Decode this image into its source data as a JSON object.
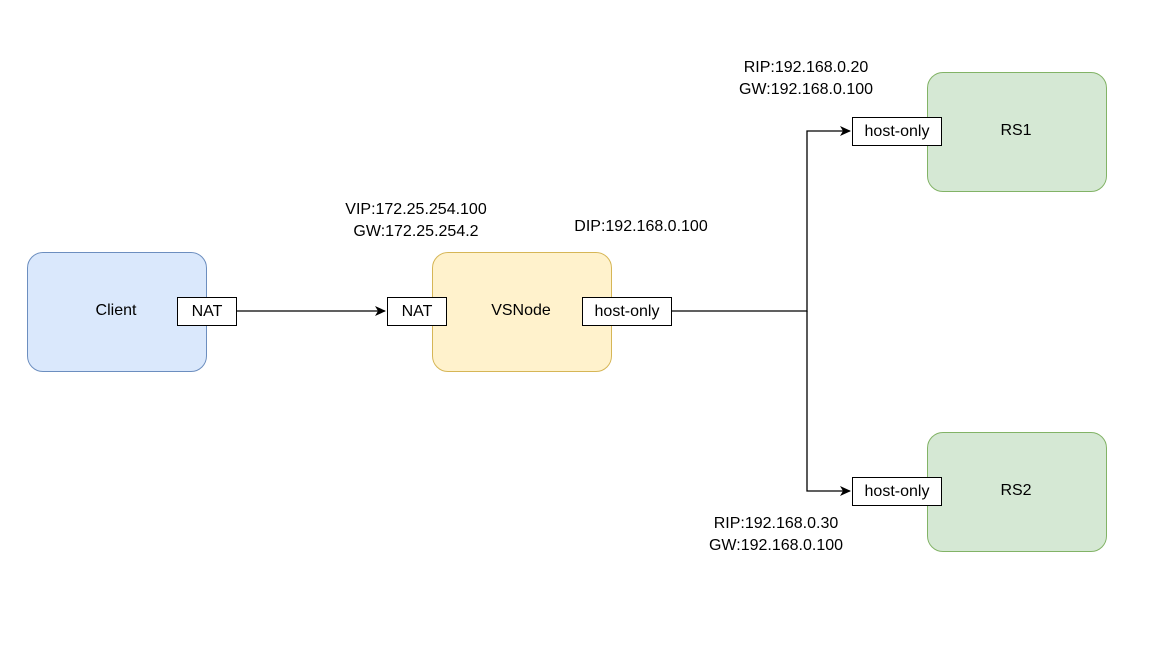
{
  "nodes": {
    "client": {
      "label": "Client",
      "fill": "#dae8fc",
      "stroke": "#6c8ebf",
      "port": "NAT"
    },
    "vsnode": {
      "label": "VSNode",
      "fill": "#fff2cc",
      "stroke": "#d6b656",
      "port_in": "NAT",
      "port_out": "host-only"
    },
    "rs1": {
      "label": "RS1",
      "fill": "#d5e8d4",
      "stroke": "#82b366",
      "port": "host-only"
    },
    "rs2": {
      "label": "RS2",
      "fill": "#d5e8d4",
      "stroke": "#82b366",
      "port": "host-only"
    }
  },
  "annotations": {
    "vip": {
      "line1": "VIP:172.25.254.100",
      "line2": "GW:172.25.254.2"
    },
    "dip": {
      "line1": "DIP:192.168.0.100"
    },
    "rs1": {
      "line1": "RIP:192.168.0.20",
      "line2": "GW:192.168.0.100"
    },
    "rs2": {
      "line1": "RIP:192.168.0.30",
      "line2": "GW:192.168.0.100"
    }
  },
  "edges": [
    {
      "from": "client.NAT",
      "to": "vsnode.NAT"
    },
    {
      "from": "vsnode.host-only",
      "to": "rs1.host-only"
    },
    {
      "from": "vsnode.host-only",
      "to": "rs2.host-only"
    }
  ]
}
